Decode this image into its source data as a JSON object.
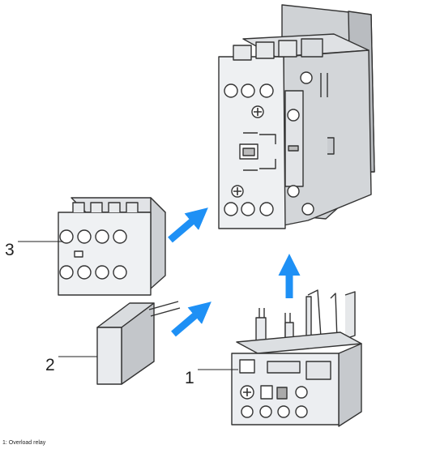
{
  "callouts": {
    "one": "1",
    "two": "2",
    "three": "3"
  },
  "caption": "1: Overload relay",
  "colors": {
    "arrow": "#1e90f5",
    "body_light": "#eef0f2",
    "body_mid": "#d6d8db",
    "body_dark": "#b6b9bd",
    "outline": "#333333"
  }
}
